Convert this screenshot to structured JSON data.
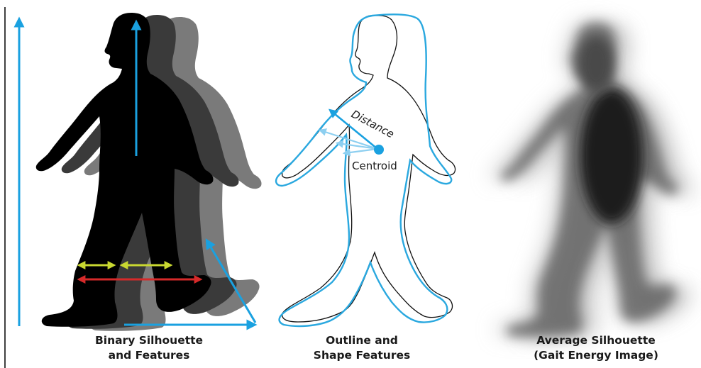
{
  "panels": [
    {
      "caption_line1": "Binary Silhouette",
      "caption_line2": "and Features"
    },
    {
      "caption_line1": "Outline and",
      "caption_line2": "Shape Features",
      "distance_label": "Distance",
      "centroid_label": "Centroid"
    },
    {
      "caption_line1": "Average Silhouette",
      "caption_line2": "(Gait Energy Image)"
    }
  ],
  "colors": {
    "feature_blue": "#1aa1e0",
    "outline_blue": "#2aa8df",
    "stride_yellow": "#c9d831",
    "stride_red": "#d62a2a",
    "silhouette_black": "#000000"
  }
}
